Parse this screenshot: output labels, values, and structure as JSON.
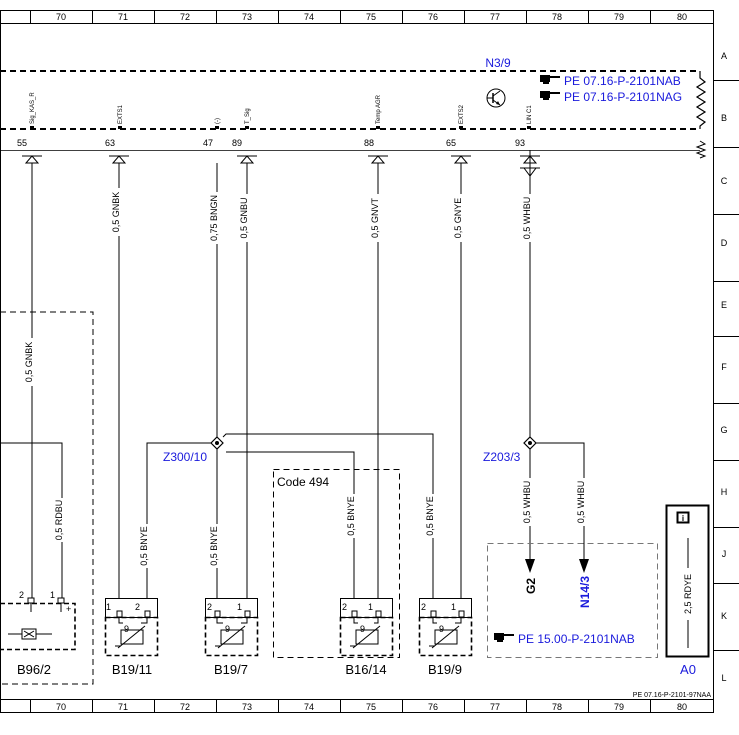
{
  "grid": {
    "columns_top": [
      "70",
      "71",
      "72",
      "73",
      "74",
      "75",
      "76",
      "77",
      "78",
      "79",
      "80"
    ],
    "columns_bottom": [
      "70",
      "71",
      "72",
      "73",
      "74",
      "75",
      "76",
      "77",
      "78",
      "79",
      "80"
    ],
    "rows": [
      "A",
      "B",
      "C",
      "D",
      "E",
      "F",
      "G",
      "H",
      "J",
      "K",
      "L"
    ]
  },
  "module": {
    "name": "N3/9",
    "refs": [
      "PE 07.16-P-2101NAB",
      "PE 07.16-P-2101NAG"
    ]
  },
  "pins": [
    {
      "num": "55",
      "label": "Sig_KAS_R",
      "wire": "0,5 GNBK"
    },
    {
      "num": "63",
      "label": "EXTS1",
      "wire": "0,5 GNBK"
    },
    {
      "num": "47",
      "label": "(-)",
      "wire": "0,75 BNGN"
    },
    {
      "num": "89",
      "label": "T_Sig",
      "wire": "0,5 GNBU"
    },
    {
      "num": "88",
      "label": "Temp AGR",
      "wire": "0,5 GNVT"
    },
    {
      "num": "65",
      "label": "EXTS2",
      "wire": "0,5 GNYE"
    },
    {
      "num": "93",
      "label": "LIN C1",
      "wire": "0,5 WHBU"
    }
  ],
  "wires": {
    "left_gnbk": "0,5 GNBK",
    "left_rdbu": "0,5 RDBU",
    "b19_11": "0,5 BNYE",
    "b19_7": "0,5 BNYE",
    "b16_14": "0,5 BNYE",
    "b19_9": "0,5 BNYE",
    "g2": "0,5 WHBU",
    "n14_3": "0,5 WHBU",
    "a0": "2,5 RDYE"
  },
  "connectors": {
    "z300": "Z300/10",
    "z203": "Z203/3"
  },
  "code_box": "Code 494",
  "components": {
    "b96_2": "B96/2",
    "b19_11": "B19/11",
    "b19_7": "B19/7",
    "b16_14": "B16/14",
    "b19_9": "B19/9",
    "a0": "A0"
  },
  "component_pins": {
    "b96_2": [
      "2",
      "1",
      "+"
    ],
    "b19_11": [
      "1",
      "2",
      "9"
    ],
    "b19_7": [
      "2",
      "1",
      "9"
    ],
    "b16_14": [
      "2",
      "1",
      "9"
    ],
    "b19_9": [
      "2",
      "1",
      "9"
    ]
  },
  "targets": {
    "g2": "G2",
    "n14_3": "N14/3"
  },
  "ref_bottom": "PE 15.00-P-2101NAB",
  "footer": "PE 07.16-P-2101-97NAA",
  "info_icon_glyph": "i",
  "colors": {
    "line": "#000000",
    "link": "#1a1adc"
  }
}
